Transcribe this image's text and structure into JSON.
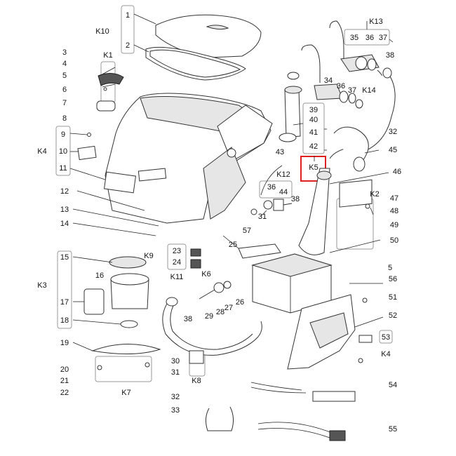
{
  "diagram": {
    "highlight_color": "#e02020",
    "labels": {
      "n1": "1",
      "n2": "2",
      "n3": "3",
      "n4": "4",
      "n5": "5",
      "n6": "6",
      "n7": "7",
      "n8": "8",
      "n9": "9",
      "n10": "10",
      "n11": "11",
      "n12": "12",
      "n13": "13",
      "n14": "14",
      "n15": "15",
      "n16": "16",
      "n17": "17",
      "n18": "18",
      "n19": "19",
      "n20": "20",
      "n21": "21",
      "n22": "22",
      "n23": "23",
      "n24": "24",
      "n25": "25",
      "n26": "26",
      "n27": "27",
      "n28": "28",
      "n29": "29",
      "n30": "30",
      "n31": "31",
      "n31b": "31",
      "n32": "32",
      "n32b": "32",
      "n33": "33",
      "n34": "34",
      "n35": "35",
      "n36": "36",
      "n36b": "36",
      "n36c": "36",
      "n37": "37",
      "n37b": "37",
      "n38": "38",
      "n38b": "38",
      "n38c": "38",
      "n39": "39",
      "n40": "40",
      "n41": "41",
      "n42": "42",
      "n43": "43",
      "n44": "44",
      "n45": "45",
      "n46": "46",
      "n47": "47",
      "n48": "48",
      "n49": "49",
      "n50": "50",
      "n51": "51",
      "n52": "52",
      "n53": "53",
      "n54": "54",
      "n55": "55",
      "n56": "56",
      "n57": "57",
      "n5b": "5",
      "n9b": "K9"
    },
    "kits": {
      "K1": "K1",
      "K2": "K2",
      "K3": "K3",
      "K4": "K4",
      "K4b": "K4",
      "K5": "K5",
      "K6": "K6",
      "K7": "K7",
      "K8": "K8",
      "K10": "K10",
      "K11": "K11",
      "K12": "K12",
      "K13": "K13",
      "K14": "K14"
    }
  }
}
